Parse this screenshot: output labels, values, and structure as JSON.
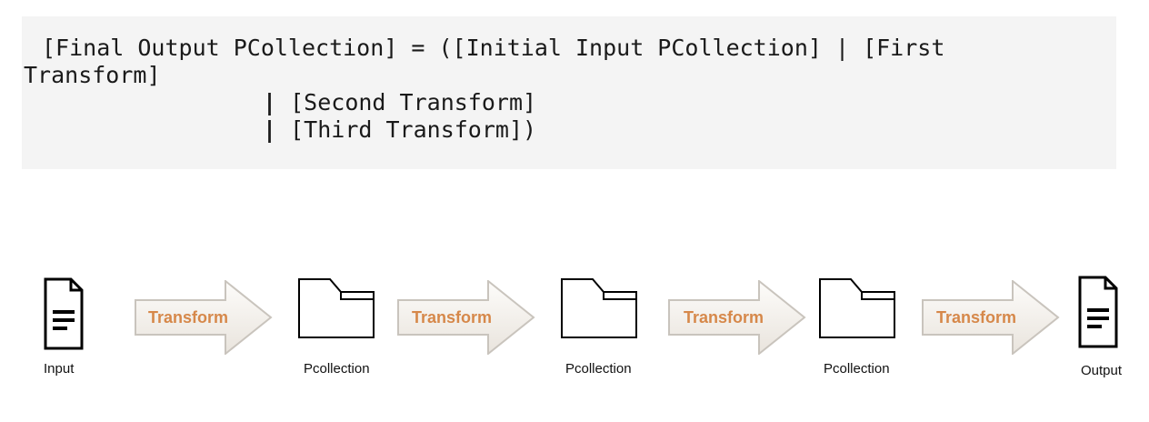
{
  "code": {
    "line1": "[Final Output PCollection] = ([Initial Input PCollection] | [First",
    "line2": "Transform]",
    "line3": "[Second Transform]",
    "line4": "[Third Transform])",
    "pipe": "|"
  },
  "pipeline": {
    "input_label": "Input",
    "output_label": "Output",
    "pcollection_label": "Pcollection",
    "transform_label": "Transform",
    "arrow_color": "#d6884a",
    "icons": [
      "document-icon",
      "folder-icon",
      "arrow-icon"
    ]
  }
}
